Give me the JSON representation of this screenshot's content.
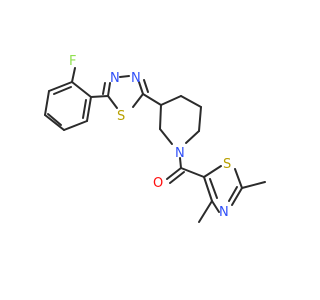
{
  "molecule": {
    "atoms": {
      "fluorine": "F",
      "thiadiazole_n3": "N",
      "thiadiazole_n4": "N",
      "thiadiazole_s": "S",
      "piperidine_n": "N",
      "carbonyl_o": "O",
      "thiazole_s": "S",
      "thiazole_n": "N"
    },
    "colors": {
      "bond": "#2b2b2b",
      "nitrogen": "#3050f8",
      "sulfur": "#b8a000",
      "oxygen": "#ff0d0d",
      "fluorine": "#90e050"
    }
  }
}
